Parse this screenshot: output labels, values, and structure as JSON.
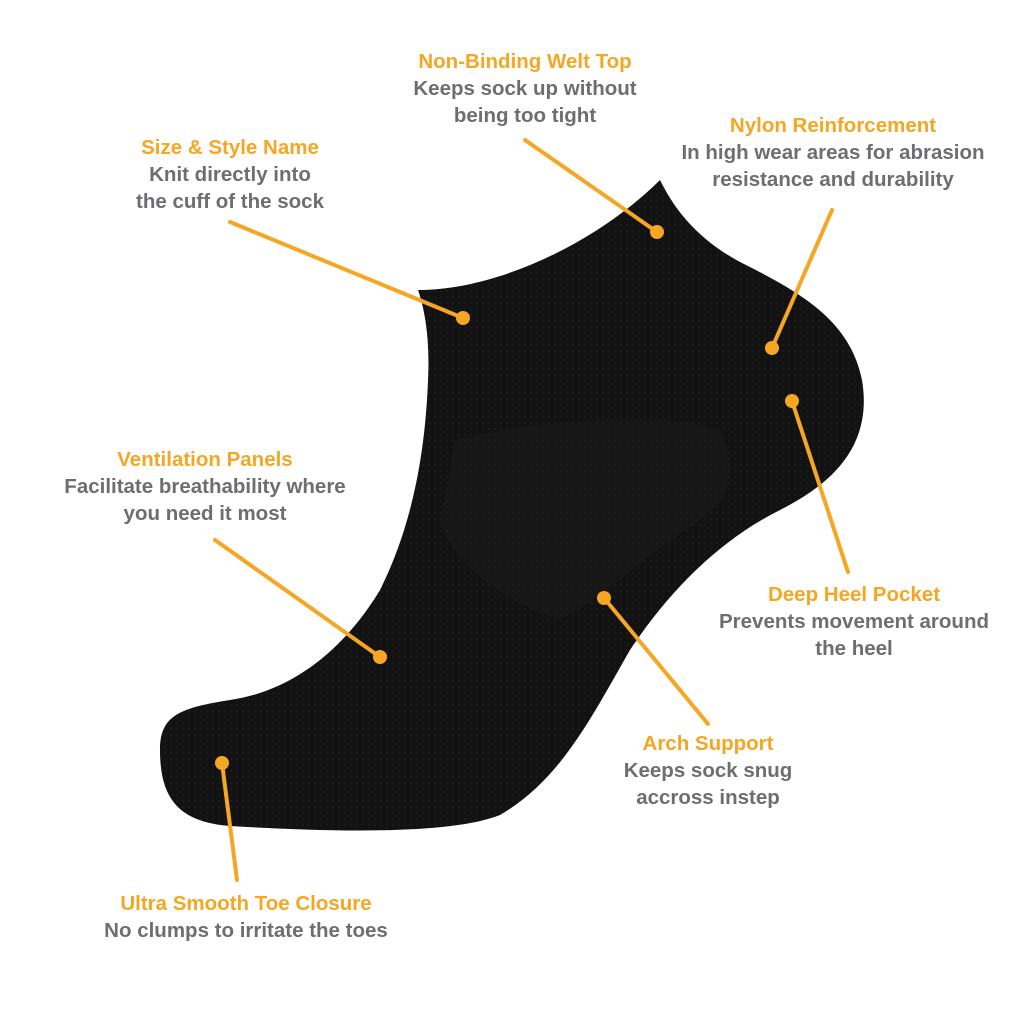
{
  "colors": {
    "accent": "#f5a623",
    "text": "#6d6e70",
    "sock": "#111111"
  },
  "callouts": [
    {
      "title": "Non-Binding Welt Top",
      "lines": [
        "Keeps sock up without",
        "being too tight"
      ]
    },
    {
      "title": "Size & Style Name",
      "lines": [
        "Knit directly into",
        "the cuff of the sock"
      ]
    },
    {
      "title": "Nylon Reinforcement",
      "lines": [
        "In high wear areas for abrasion",
        "resistance and durability"
      ]
    },
    {
      "title": "Ventilation Panels",
      "lines": [
        "Facilitate breathability where",
        "you need it most"
      ]
    },
    {
      "title": "Deep Heel Pocket",
      "lines": [
        "Prevents movement around",
        "the heel"
      ]
    },
    {
      "title": "Arch Support",
      "lines": [
        "Keeps sock snug",
        "accross instep"
      ]
    },
    {
      "title": "Ultra Smooth Toe Closure",
      "lines": [
        "No clumps to irritate the toes"
      ]
    }
  ]
}
